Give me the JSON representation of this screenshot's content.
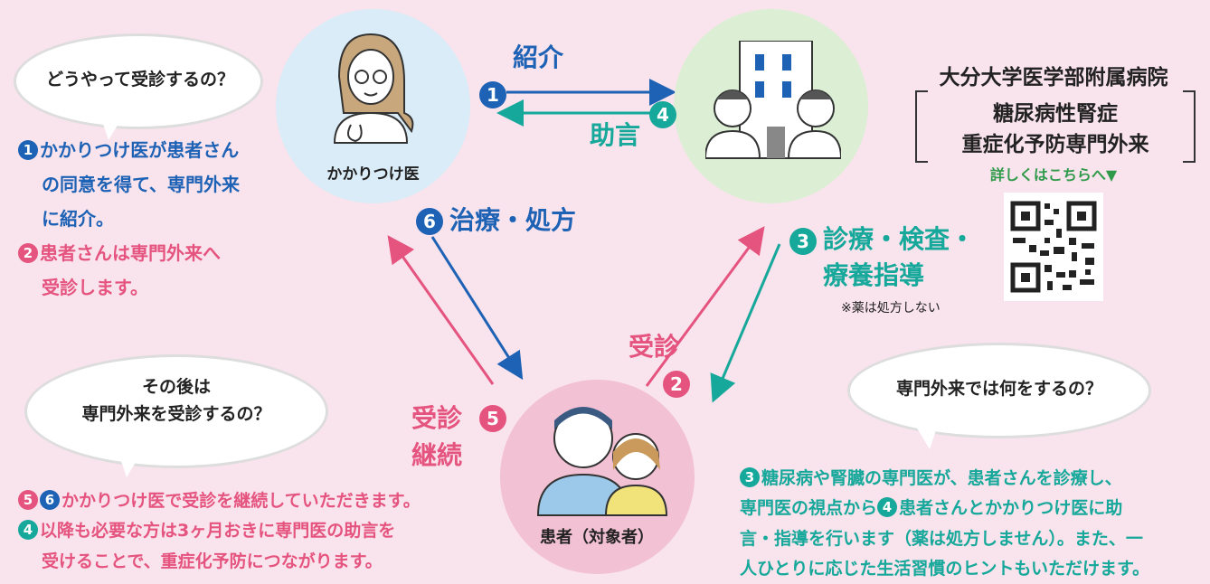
{
  "bubbles": {
    "q1": "どうやって受診するの？",
    "q2_line1": "その後は",
    "q2_line2": "専門外来を受診するの？",
    "q3": "専門外来では何をするの？"
  },
  "nodes": {
    "doctor_label": "かかりつけ医",
    "patient_label": "患者（対象者）"
  },
  "arrows": {
    "a1": {
      "num": "1",
      "label": "紹介"
    },
    "a4": {
      "num": "4",
      "label": "助言"
    },
    "a6": {
      "num": "6",
      "label": "治療・処方"
    },
    "a3": {
      "num": "3",
      "label_line1": "診療・検査・",
      "label_line2": "療養指導",
      "note": "※薬は処方しない"
    },
    "a2": {
      "num": "2",
      "label": "受診"
    },
    "a5": {
      "num": "5",
      "label_line1": "受診",
      "label_line2": "継続"
    }
  },
  "hospital": {
    "name": "大分大学医学部附属病院",
    "dept_line1": "糖尿病性腎症",
    "dept_line2": "重症化予防専門外来",
    "link": "詳しくはこちらへ▼"
  },
  "steps_left": {
    "s1_num": "1",
    "s1_line1": "かかりつけ医が患者さん",
    "s1_line2": "の同意を得て、専門外来",
    "s1_line3": "に紹介。",
    "s2_num": "2",
    "s2_line1": "患者さんは専門外来へ",
    "s2_line2": "受診します。"
  },
  "steps_bottom": {
    "l1_num_a": "5",
    "l1_num_b": "6",
    "l1_text": "かかりつけ医で受診を継続していただきます。",
    "l2_num": "4",
    "l2_text": "以降も必要な方は3ヶ月おきに専門医の助言を",
    "l3_text": "受けることで、重症化予防につながります。"
  },
  "steps_right": {
    "r1_num": "3",
    "r1_text": "糖尿病や腎臓の専門医が、患者さんを診療し、",
    "r2_text_a": "専門医の視点から",
    "r2_num": "4",
    "r2_text_b": "患者さんとかかりつけ医に助",
    "r3_text": "言・指導を行います（薬は処方しません）。また、一",
    "r4_text": "人ひとりに応じた生活習慣のヒントもいただけます。"
  },
  "colors": {
    "blue": "#1d62b5",
    "teal": "#16a89a",
    "pink": "#e5537f",
    "background": "#f9e3ec"
  }
}
